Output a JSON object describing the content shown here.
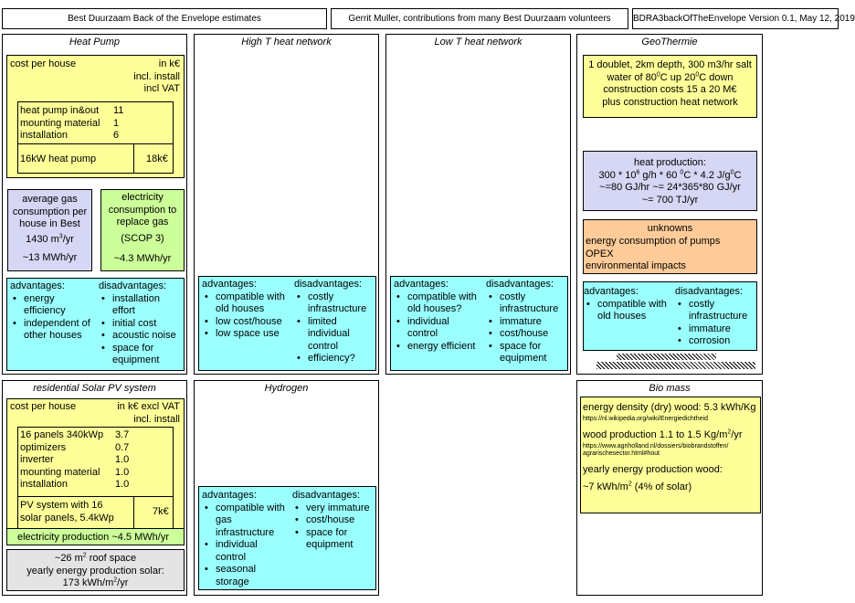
{
  "header": {
    "title": "Best Duurzaam Back of the Envelope estimates",
    "author": "Gerrit Muller, contributions from many Best Duurzaam volunteers",
    "version": "BDRA3backOfTheEnvelope Version 0.1, May 12, 2019"
  },
  "heat_pump": {
    "title": "Heat Pump",
    "cost_label": "cost per house",
    "cost_units": [
      "in k€",
      "incl. install",
      "incl VAT"
    ],
    "items": [
      {
        "label": "heat pump in&out",
        "value": "11"
      },
      {
        "label": "mounting material",
        "value": "1"
      },
      {
        "label": "installation",
        "value": "6"
      }
    ],
    "total_label": "16kW heat pump",
    "total_value": "18k€",
    "gas_lines": [
      "average gas",
      "consumption per",
      "house in Best"
    ],
    "gas_value": "1430 m",
    "gas_value_sup": "3",
    "gas_value_unit": "/yr",
    "gas_mwh": "~13 MWh/yr",
    "elec_lines": [
      "electricity",
      "consumption to",
      "replace gas"
    ],
    "elec_scop": "(SCOP 3)",
    "elec_mwh": "~4.3 MWh/yr",
    "adv_label": "advantages:",
    "advantages": [
      "energy",
      "efficiency",
      "independent of",
      "other houses"
    ],
    "dis_label": "disadvantages:",
    "disadvantages": [
      "installation",
      "effort",
      "initial cost",
      "acoustic noise",
      "space for",
      "equipment"
    ]
  },
  "high_t": {
    "title": "High T heat network",
    "adv_label": "advantages:",
    "advantages": [
      "compatible with",
      "old houses",
      "low cost/house",
      "low space use"
    ],
    "dis_label": "disadvantages:",
    "disadvantages": [
      "costly",
      "infrastructure",
      "limited",
      "individual",
      "control",
      "efficiency?"
    ]
  },
  "low_t": {
    "title": "Low T heat network",
    "adv_label": "advantages:",
    "advantages": [
      "compatible with",
      "old houses?",
      "individual",
      "control",
      "energy efficient"
    ],
    "dis_label": "disadvantages:",
    "disadvantages": [
      "costly",
      "infrastructure",
      "immature",
      "cost/house",
      "space for",
      "equipment"
    ]
  },
  "geo": {
    "title": "GeoThermie",
    "spec_line1": "1 doublet, 2km depth, 300 m3/hr salt",
    "spec_line2a": "water of 80",
    "spec_line2b": "C up 20",
    "spec_line2c": "C down",
    "spec_deg": "0",
    "spec_line3": "construction costs 15 a 20 M€",
    "spec_line4": "plus construction heat network",
    "prod_title": "heat production:",
    "prod_line1a": "300 * 10",
    "prod_line1_sup1": "6",
    "prod_line1b": " g/h * 60 ",
    "prod_line1_sup2": "0",
    "prod_line1c": "C * 4.2 J/g",
    "prod_line1_sup3": "0",
    "prod_line1d": "C",
    "prod_line2": "~=80 GJ/hr ~= 24*365*80 GJ/yr",
    "prod_line3": "~= 700 TJ/yr",
    "unk_title": "unknowns",
    "unknowns": [
      "energy consumption of pumps",
      "OPEX",
      "environmental impacts"
    ],
    "adv_label": "advantages:",
    "advantages": [
      "compatible with",
      "old houses"
    ],
    "dis_label": "disadvantages:",
    "disadvantages": [
      "costly",
      "infrastructure",
      "immature",
      "corrosion"
    ]
  },
  "solar": {
    "title": "residential Solar PV system",
    "cost_label": "cost per house",
    "cost_units": [
      "in k€ excl VAT",
      "incl. install"
    ],
    "items": [
      {
        "label": "16 panels 340kWp",
        "value": "3.7"
      },
      {
        "label": "optimizers",
        "value": "0.7"
      },
      {
        "label": "inverter",
        "value": "1.0"
      },
      {
        "label": "mounting material",
        "value": "1.0"
      },
      {
        "label": "installation",
        "value": "1.0"
      }
    ],
    "total_lines": [
      "PV system with 16",
      "solar panels, 5.4kWp"
    ],
    "total_value": "7k€",
    "elec_production": "electricity production ~4.5 MWh/yr",
    "roof_a": "~26 m",
    "roof_sup": "2",
    "roof_b": " roof space",
    "yearly_label": "yearly energy production solar:",
    "yearly_a": "173 kWh/m",
    "yearly_sup": "2",
    "yearly_b": "/yr"
  },
  "hydrogen": {
    "title": "Hydrogen",
    "adv_label": "advantages:",
    "advantages": [
      "compatible with",
      "gas",
      "infrastructure",
      "individual",
      "control",
      "seasonal",
      "storage"
    ],
    "dis_label": "disadvantages:",
    "disadvantages": [
      "very immature",
      "cost/house",
      "space for",
      "equipment"
    ]
  },
  "biomass": {
    "title": "Bio mass",
    "density": "energy density (dry) wood: 5.3 kWh/Kg",
    "link1": "https://nl.wikipedia.org/wiki/Energiedichtheid",
    "production_a": "wood production 1.1 to 1.5 Kg/m",
    "production_sup": "2",
    "production_b": "/yr",
    "link2a": "https://www.agriholland.nl/dossiers/biobrandstoffen/",
    "link2b": "agrarischesector.html#hout",
    "yearly_label": "yearly energy production wood:",
    "yearly_a": "~7 kWh/m",
    "yearly_sup": "2",
    "yearly_b": " (4% of solar)"
  }
}
